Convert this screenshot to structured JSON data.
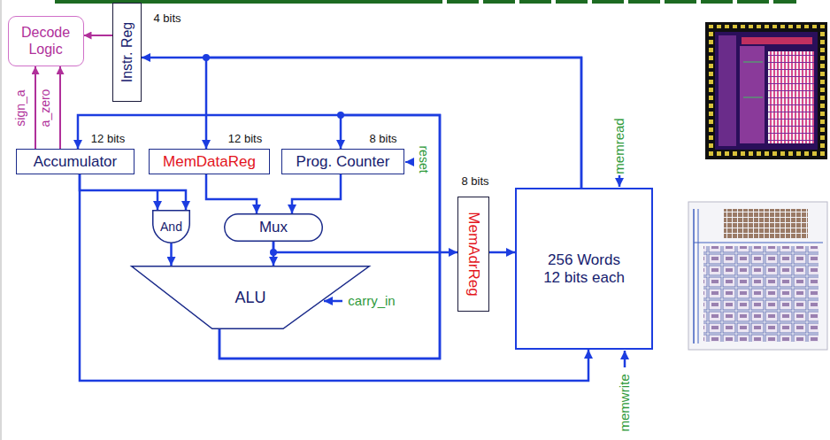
{
  "diagram": {
    "nodes": [
      {
        "text": [
          "Decode Logic"
        ]
      },
      {
        "text": [
          "Instr. Reg"
        ]
      },
      {
        "text": [
          "Accumulator"
        ]
      },
      {
        "text": [
          "MemDataReg"
        ]
      },
      {
        "text": [
          "Prog. Counter"
        ]
      },
      {
        "text": [
          "And"
        ]
      },
      {
        "text": [
          "Mux"
        ]
      },
      {
        "text": [
          "ALU"
        ]
      },
      {
        "text": [
          "MemAdrReg"
        ]
      },
      {
        "text": [
          "256 Words 12 bits each"
        ]
      }
    ],
    "edges": [
      {
        "from": 1,
        "to": 0,
        "arrow": "to"
      },
      {
        "from": 2,
        "to": 0,
        "label": "sign_a",
        "arrow": "to"
      },
      {
        "from": 2,
        "to": 0,
        "label": "a_zero",
        "arrow": "to"
      },
      {
        "from": 9,
        "to": 1,
        "arrow": "to"
      },
      {
        "from": 9,
        "to": 3,
        "arrow": "to"
      },
      {
        "from": 7,
        "to": 2,
        "arrow": "to"
      },
      {
        "from": 7,
        "to": 4,
        "arrow": "to"
      },
      {
        "from": 2,
        "to": 5,
        "arrow": "to"
      },
      {
        "from": 3,
        "to": 6,
        "arrow": "to"
      },
      {
        "from": 4,
        "to": 6,
        "arrow": "to"
      },
      {
        "from": 5,
        "to": 7,
        "arrow": "to"
      },
      {
        "from": 6,
        "to": 7,
        "arrow": "to"
      },
      {
        "from": 6,
        "to": 8,
        "arrow": "to"
      },
      {
        "from": 8,
        "to": 9,
        "arrow": "to"
      },
      {
        "from": 2,
        "to": 9,
        "arrow": "to"
      }
    ],
    "labels": [
      "4 bits",
      "12 bits",
      "12 bits",
      "8 bits",
      "reset",
      "8 bits",
      "memread",
      "carry_in",
      "memwrite"
    ]
  }
}
